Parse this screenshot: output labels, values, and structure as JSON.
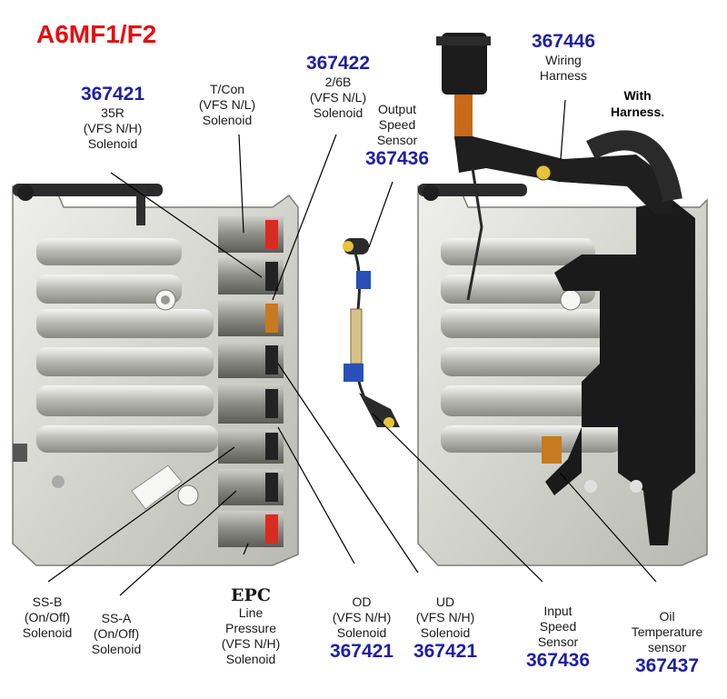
{
  "title": "A6MF1/F2",
  "harness_note": [
    "With",
    "Harness."
  ],
  "labels": {
    "s35r": {
      "part": "367421",
      "lines": [
        "35R",
        "(VFS N/H)",
        "Solenoid"
      ]
    },
    "tcon": {
      "lines": [
        "T/Con",
        "(VFS N/L)",
        "Solenoid"
      ]
    },
    "s26b": {
      "part": "367422",
      "lines": [
        "2/6B",
        "(VFS N/L)",
        "Solenoid"
      ]
    },
    "oss": {
      "part": "367436",
      "lines": [
        "Output",
        "Speed",
        "Sensor"
      ]
    },
    "wiring": {
      "part": "367446",
      "lines": [
        "Wiring",
        "Harness"
      ]
    },
    "ssb": {
      "lines": [
        "SS-B",
        "(On/Off)",
        "Solenoid"
      ]
    },
    "ssa": {
      "lines": [
        "SS-A",
        "(On/Off)",
        "Solenoid"
      ]
    },
    "epc": {
      "heading": "EPC",
      "lines": [
        "Line",
        "Pressure",
        "(VFS N/H)",
        "Solenoid"
      ]
    },
    "od": {
      "part": "367421",
      "lines": [
        "OD",
        "(VFS N/H)",
        "Solenoid"
      ]
    },
    "ud": {
      "part": "367421",
      "lines": [
        "UD",
        "(VFS N/H)",
        "Solenoid"
      ]
    },
    "iss": {
      "part": "367436",
      "lines": [
        "Input",
        "Speed",
        "Sensor"
      ]
    },
    "oil": {
      "part": "367437",
      "lines": [
        "Oil",
        "Temperature",
        "sensor"
      ]
    }
  },
  "colors": {
    "title": "#e31010",
    "part_number": "#1f1fa3",
    "valve_body": "#d8d8d4",
    "harness": "#1a1a1a",
    "solenoid_red": "#d92b1f",
    "solenoid_orange": "#c77a1f",
    "connector_blue": "#2a4fb8"
  }
}
